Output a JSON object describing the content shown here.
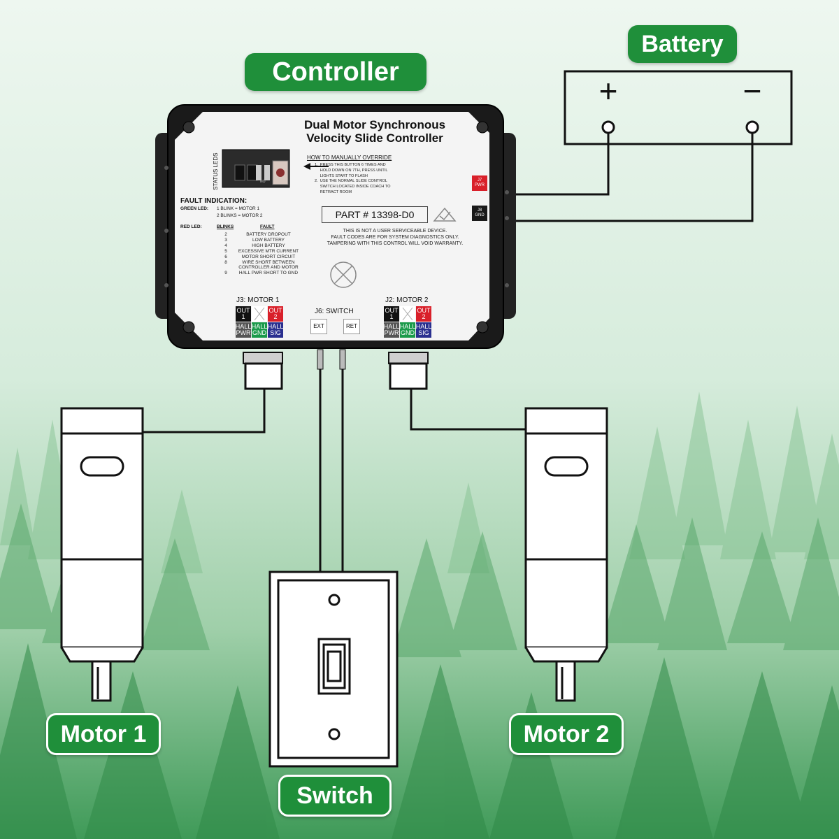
{
  "labels": {
    "controller": "Controller",
    "battery": "Battery",
    "motor1": "Motor 1",
    "motor2": "Motor 2",
    "switch": "Switch"
  },
  "battery_terminals": {
    "positive": "+",
    "negative": "−"
  },
  "panel": {
    "title_line1": "Dual Motor Synchronous",
    "title_line2": "Velocity Slide Controller",
    "status_leds": "STATUS LEDS",
    "override_title": "HOW TO MANUALLY OVERRIDE",
    "override_steps": [
      "1.  PRESS THIS BUTTON 6 TIMES AND",
      "     HOLD DOWN ON 7TH, PRESS UNTIL",
      "     LIGHTS START TO FLASH",
      "2.  USE THE NORMAL SLIDE CONTROL",
      "     SWITCH LOCATED INSIDE COACH TO",
      "     RETRACT ROOM"
    ],
    "j7": {
      "top": "J7",
      "bottom": "PWR"
    },
    "j8": {
      "top": "J8",
      "bottom": "GND"
    },
    "part_number": "PART # 13398-D0",
    "warning": [
      "THIS IS NOT A USER SERVICEABLE DEVICE.",
      "FAULT CODES ARE FOR SYSTEM DIAGNOSTICS ONLY.",
      "TAMPERING WITH THIS CONTROL WILL VOID WARRANTY."
    ],
    "fault_heading": "FAULT INDICATION:",
    "green_led_label": "GREEN LED:",
    "green_led_codes": [
      "1 BLINK = MOTOR 1",
      "2 BLINKS = MOTOR 2"
    ],
    "red_led_label": "RED LED:",
    "blinks_heading": "BLINKS",
    "fault_col_heading": "FAULT",
    "fault_codes": [
      {
        "blinks": "2",
        "fault": "BATTERY DROPOUT"
      },
      {
        "blinks": "3",
        "fault": "LOW BATTERY"
      },
      {
        "blinks": "4",
        "fault": "HIGH BATTERY"
      },
      {
        "blinks": "5",
        "fault": "EXCESSIVE MTR CURRENT"
      },
      {
        "blinks": "6",
        "fault": "MOTOR SHORT CIRCUIT"
      },
      {
        "blinks": "8",
        "fault": "WIRE SHORT BETWEEN"
      },
      {
        "blinks": "",
        "fault": "CONTROLLER AND MOTOR"
      },
      {
        "blinks": "9",
        "fault": "HALL PWR SHORT TO GND"
      }
    ],
    "j3_label": "J3: MOTOR 1",
    "j2_label": "J2: MOTOR 2",
    "j6_label": "J6: SWITCH",
    "ext": "EXT",
    "ret": "RET",
    "pins": {
      "out1": "OUT\n1",
      "out2": "OUT\n2",
      "hall_pwr": "HALL\nPWR",
      "hall_gnd": "HALL\nGND",
      "hall_sig": "HALL\nSIG"
    },
    "dip_no": "NO"
  },
  "colors": {
    "label_green": "#1f8f3a",
    "pin_black": "#111111",
    "pin_red": "#d9202a",
    "pin_gray": "#555555",
    "pin_green": "#1a9a4a",
    "pin_blue": "#2a2f8f",
    "j7_red": "#d9202a",
    "j8_black": "#1a1a1a"
  }
}
